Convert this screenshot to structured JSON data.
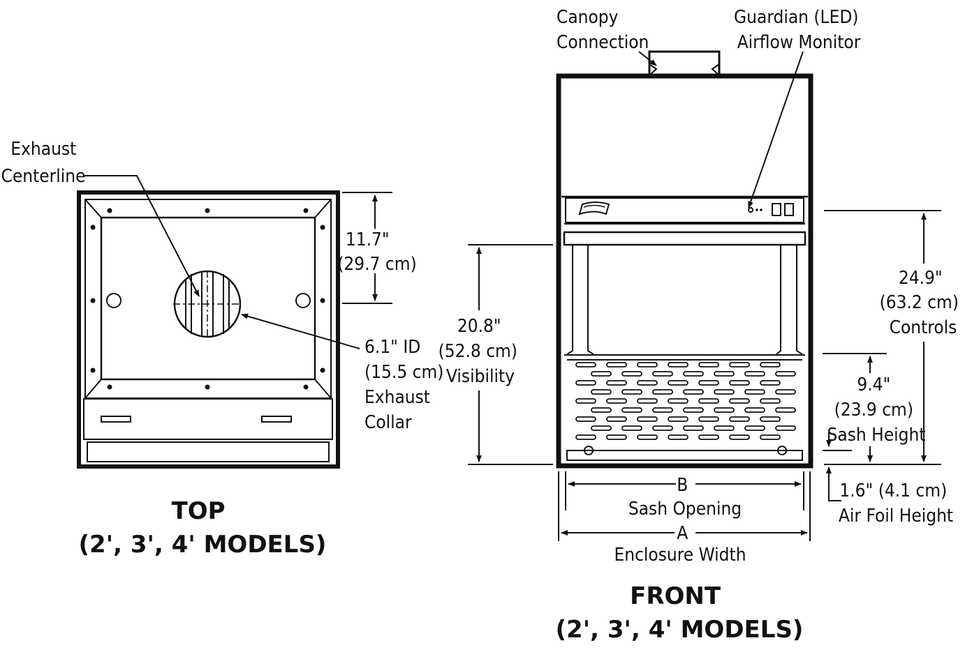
{
  "top_view": {
    "exhaust_centerline": [
      "Exhaust",
      "Centerline"
    ],
    "depth_dim": [
      "11.7\"",
      "(29.7 cm)"
    ],
    "collar_dim": [
      "6.1\" ID",
      "(15.5 cm)",
      "Exhaust",
      "Collar"
    ],
    "caption": [
      "TOP",
      "(2', 3', 4' MODELS)"
    ]
  },
  "front_view": {
    "canopy": [
      "Canopy",
      "Connection"
    ],
    "guardian": [
      "Guardian (LED)",
      "Airflow Monitor"
    ],
    "visibility_dim": [
      "20.8\"",
      "(52.8 cm)",
      "Visibility"
    ],
    "controls_dim": [
      "24.9\"",
      "(63.2 cm)",
      "Controls"
    ],
    "sash_height_dim": [
      "9.4\"",
      "(23.9 cm)",
      "Sash Height"
    ],
    "airfoil_dim": [
      "1.6\" (4.1 cm)",
      "Air Foil Height"
    ],
    "sash_opening": [
      "B",
      "Sash Opening"
    ],
    "enclosure_width": [
      "A",
      "Enclosure Width"
    ],
    "caption": [
      "FRONT",
      "(2', 3', 4' MODELS)"
    ]
  },
  "colors": {
    "ink": "#111111",
    "paper": "#ffffff"
  }
}
